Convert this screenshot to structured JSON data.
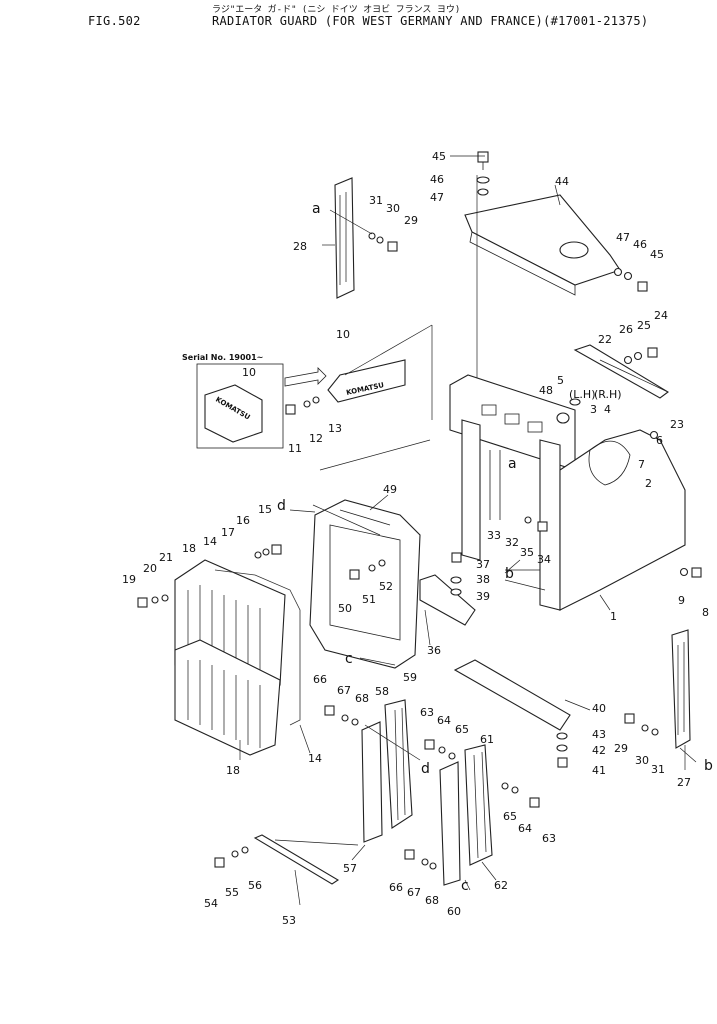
{
  "header": {
    "fig": "FIG.502",
    "jp_title": "ラジ\"エータ ガ-ド\" (ニシ ドイツ オヨビ フランス ヨウ)",
    "title": "RADIATOR GUARD (FOR WEST GERMANY AND FRANCE)(#17001-21375)"
  },
  "inset": {
    "serial": "Serial No. 19001~",
    "emblem": "KOMATSU"
  },
  "callouts": [
    "1",
    "2",
    "3",
    "4",
    "5",
    "6",
    "7",
    "8",
    "9",
    "10",
    "10",
    "11",
    "12",
    "13",
    "14",
    "14",
    "15",
    "16",
    "17",
    "18",
    "18",
    "19",
    "20",
    "21",
    "22",
    "23",
    "24",
    "25",
    "26",
    "27",
    "28",
    "29",
    "29",
    "30",
    "30",
    "31",
    "31",
    "32",
    "33",
    "34",
    "35",
    "36",
    "37",
    "38",
    "39",
    "40",
    "41",
    "42",
    "43",
    "44",
    "45",
    "45",
    "46",
    "46",
    "47",
    "47",
    "48",
    "49",
    "50",
    "51",
    "52",
    "53",
    "54",
    "55",
    "56",
    "57",
    "58",
    "59",
    "60",
    "61",
    "62",
    "63",
    "63",
    "64",
    "64",
    "65",
    "65",
    "66",
    "66",
    "67",
    "67",
    "68",
    "68"
  ],
  "reference_letters": [
    "a",
    "a",
    "b",
    "b",
    "c",
    "c",
    "d",
    "d"
  ],
  "side_labels": [
    "(L.H)",
    "(R.H)"
  ]
}
